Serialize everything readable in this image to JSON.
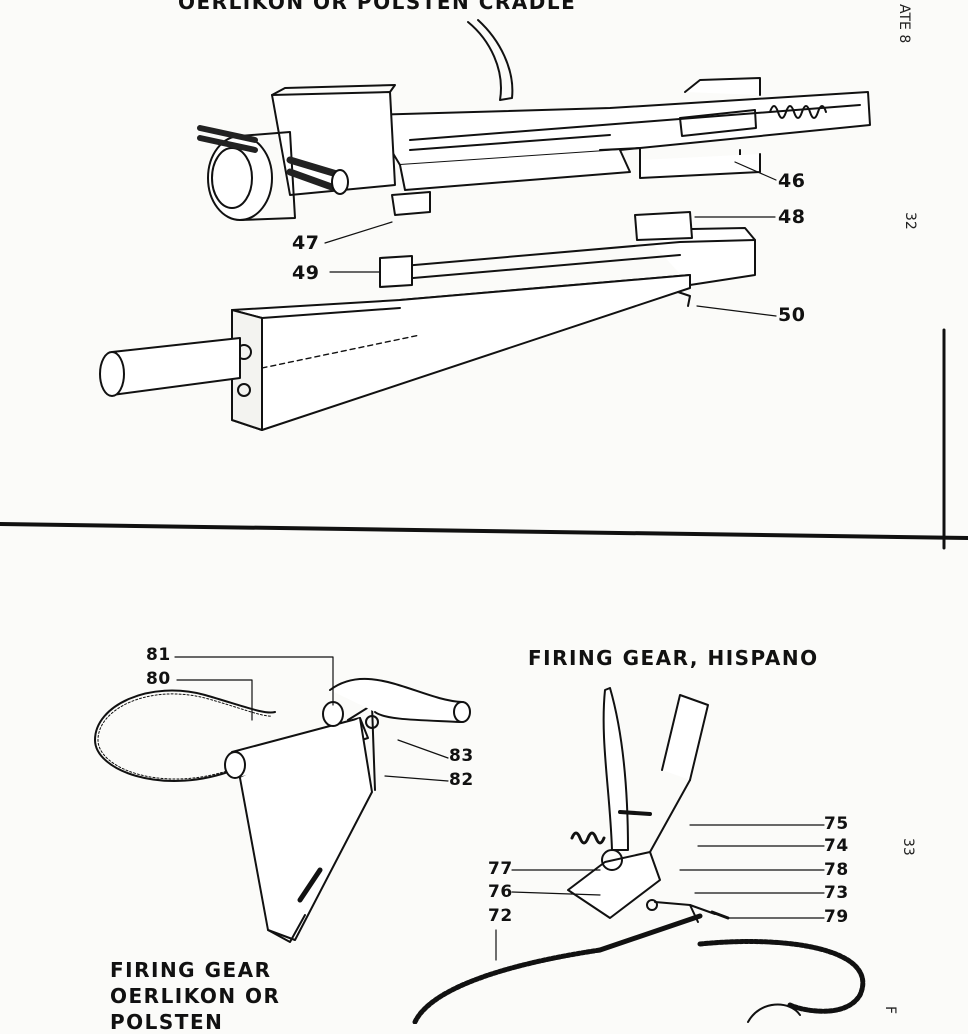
{
  "titles": {
    "cradle": "OERLIKON OR POLSTEN CRADLE",
    "hispano": "FIRING GEAR, HISPANO",
    "oerlikon_line1": "FIRING GEAR",
    "oerlikon_line2": "OERLIKON OR",
    "oerlikon_line3": "POLSTEN"
  },
  "side": {
    "plate": "ATE 8",
    "page_top": "32",
    "page_bottom": "33",
    "edge_bottom": "F"
  },
  "callouts": {
    "c46": "46",
    "c47": "47",
    "c48": "48",
    "c49": "49",
    "c50": "50",
    "c72": "72",
    "c73": "73",
    "c74": "74",
    "c75": "75",
    "c76": "76",
    "c77": "77",
    "c78": "78",
    "c79": "79",
    "c80": "80",
    "c81": "81",
    "c82": "82",
    "c83": "83"
  }
}
